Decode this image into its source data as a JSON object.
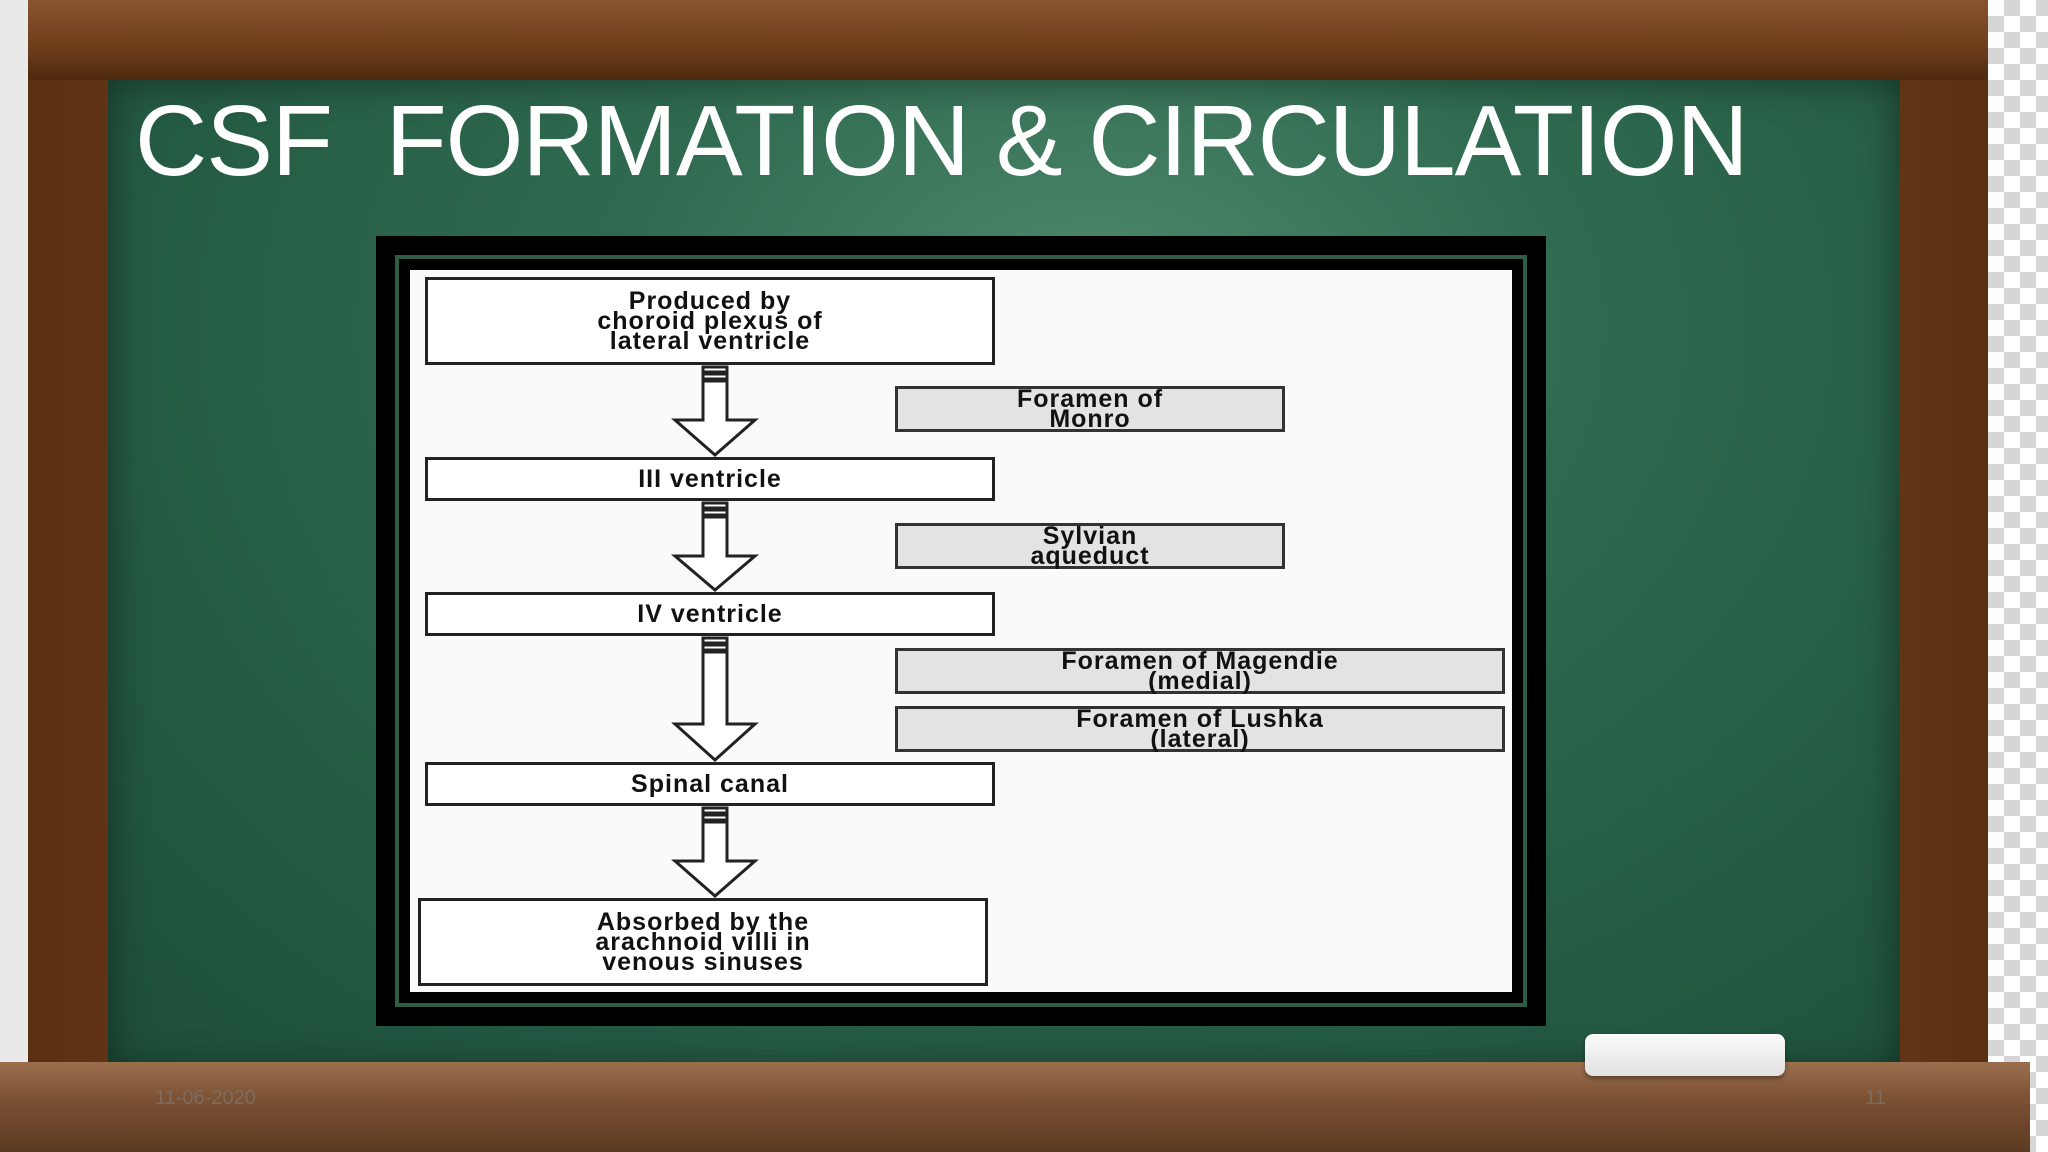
{
  "slide": {
    "title": "CSF  FORMATION & CIRCULATION",
    "date": "11-06-2020",
    "page_number": "11"
  },
  "flow": {
    "main": [
      "Produced by\nchoroid plexus of\nlateral ventricle",
      "III ventricle",
      "IV ventricle",
      "Spinal canal",
      "Absorbed by the\narachnoid villi in\nvenous sinuses"
    ],
    "side": [
      "Foramen of\nMonro",
      "Sylvian\naqueduct",
      "Foramen of Magendie\n(medial)",
      "Foramen of Lushka\n(lateral)"
    ]
  },
  "colors": {
    "board": "#2f6a50",
    "frame_wood": "#6d3d1a",
    "title_text": "#ffffff"
  }
}
